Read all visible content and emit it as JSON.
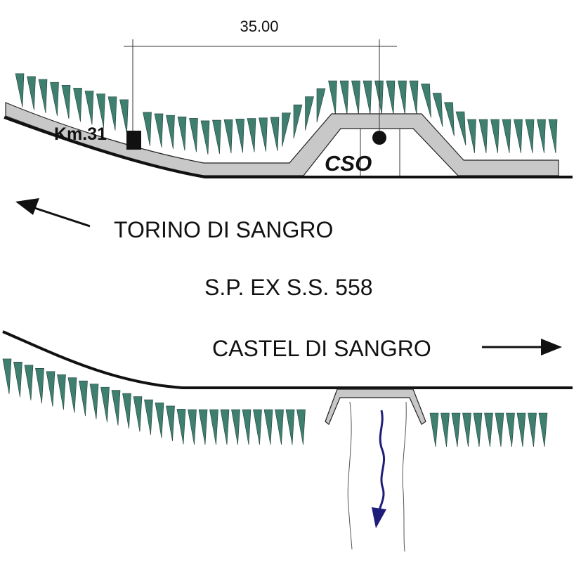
{
  "dimension": {
    "value": "35.00"
  },
  "labels": {
    "km_marker": "Km.31",
    "cso": "CSO",
    "direction_left": "TORINO DI SANGRO",
    "road_name": "S.P. EX S.S. 558",
    "direction_right": "CASTEL DI SANGRO"
  },
  "colors": {
    "grass": "#3f7f6f",
    "road_fill": "#c8c8c8",
    "line": "#111111",
    "river_arrow": "#1e1e7a"
  },
  "icons": {
    "left_arrow": "arrow-left-icon",
    "right_arrow": "arrow-right-icon",
    "flow_arrow": "river-flow-arrow-icon",
    "marker": "km-marker-square",
    "point": "cso-point-dot"
  }
}
